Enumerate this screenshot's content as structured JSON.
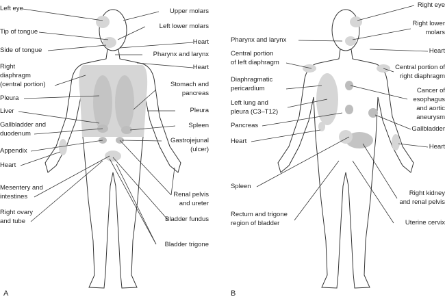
{
  "figure_a": {
    "letter": "A",
    "left_labels": [
      [
        "Left eye"
      ],
      [
        "Tip of tongue"
      ],
      [
        "Side of tongue"
      ],
      [
        "Right",
        "diaphragm",
        "(central portion)"
      ],
      [
        "Pleura"
      ],
      [
        "Liver"
      ],
      [
        "Gallbladder and",
        "duodenum"
      ],
      [
        "Appendix"
      ],
      [
        "Heart"
      ],
      [
        "Mesentery and",
        "intestines"
      ],
      [
        "Right ovary",
        "and tube"
      ]
    ],
    "right_labels": [
      [
        "Upper molars"
      ],
      [
        "Left lower molars"
      ],
      [
        "Heart"
      ],
      [
        "Pharynx and larynx"
      ],
      [
        "Heart"
      ],
      [
        "Stomach and",
        "pancreas"
      ],
      [
        "Pleura"
      ],
      [
        "Spleen"
      ],
      [
        "Gastrojejunal",
        "(ulcer)"
      ],
      [
        "Renal pelvis",
        "and ureter"
      ],
      [
        "Bladder fundus"
      ],
      [
        "Bladder trigone"
      ]
    ]
  },
  "figure_b": {
    "letter": "B",
    "left_labels": [
      [
        "Pharynx and larynx"
      ],
      [
        "Central portion",
        "of left diaphragm"
      ],
      [
        "Diaphragmatic",
        "pericardium"
      ],
      [
        "Left lung and",
        "pleura (C3–T12)"
      ],
      [
        "Pancreas"
      ],
      [
        "Heart"
      ],
      [
        "Spleen"
      ],
      [
        "Rectum and trigone",
        "region of bladder"
      ]
    ],
    "right_labels": [
      [
        "Right eye"
      ],
      [
        "Right lower",
        "molars"
      ],
      [
        "Heart"
      ],
      [
        "Central portion of",
        "right diaphragm"
      ],
      [
        "Cancer of",
        "esophagus",
        "and aortic",
        "aneurysm"
      ],
      [
        "Gallbladder"
      ],
      [
        "Heart"
      ],
      [
        "Right kidney",
        "and renal pelvis"
      ],
      [
        "Uterine cervix"
      ]
    ]
  },
  "colors": {
    "region": "#d6d6d6",
    "outline": "#333333"
  }
}
